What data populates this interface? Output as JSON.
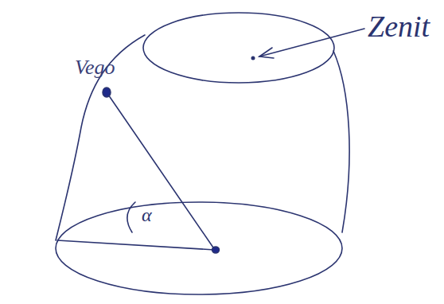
{
  "diagram": {
    "labels": [
      "Zenit",
      "Vego",
      "α"
    ]
  }
}
